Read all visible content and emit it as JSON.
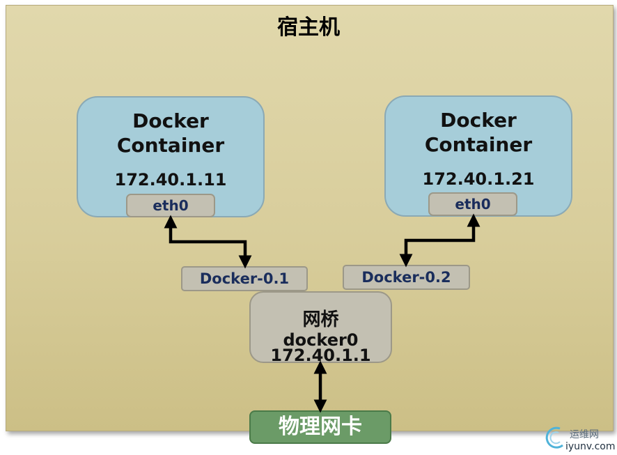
{
  "host": {
    "title": "宿主机"
  },
  "containers": [
    {
      "title_line1": "Docker",
      "title_line2": "Container",
      "ip": "172.40.1.11",
      "iface": "eth0"
    },
    {
      "title_line1": "Docker",
      "title_line2": "Container",
      "ip": "172.40.1.21",
      "iface": "eth0"
    }
  ],
  "veths": [
    {
      "label": "Docker-0.1"
    },
    {
      "label": "Docker-0.2"
    }
  ],
  "bridge": {
    "name": "网桥",
    "iface": "docker0",
    "ip": "172.40.1.1"
  },
  "nic": {
    "label": "物理网卡"
  },
  "watermark": {
    "site_cn": "运维网",
    "url": "iyunv.com"
  },
  "colors": {
    "host_bg": "#d8cd9b",
    "container_bg": "#a6cdd9",
    "box_gray": "#c3c0b2",
    "label_blue": "#1a2d5c",
    "nic_green": "#6b9b67"
  }
}
